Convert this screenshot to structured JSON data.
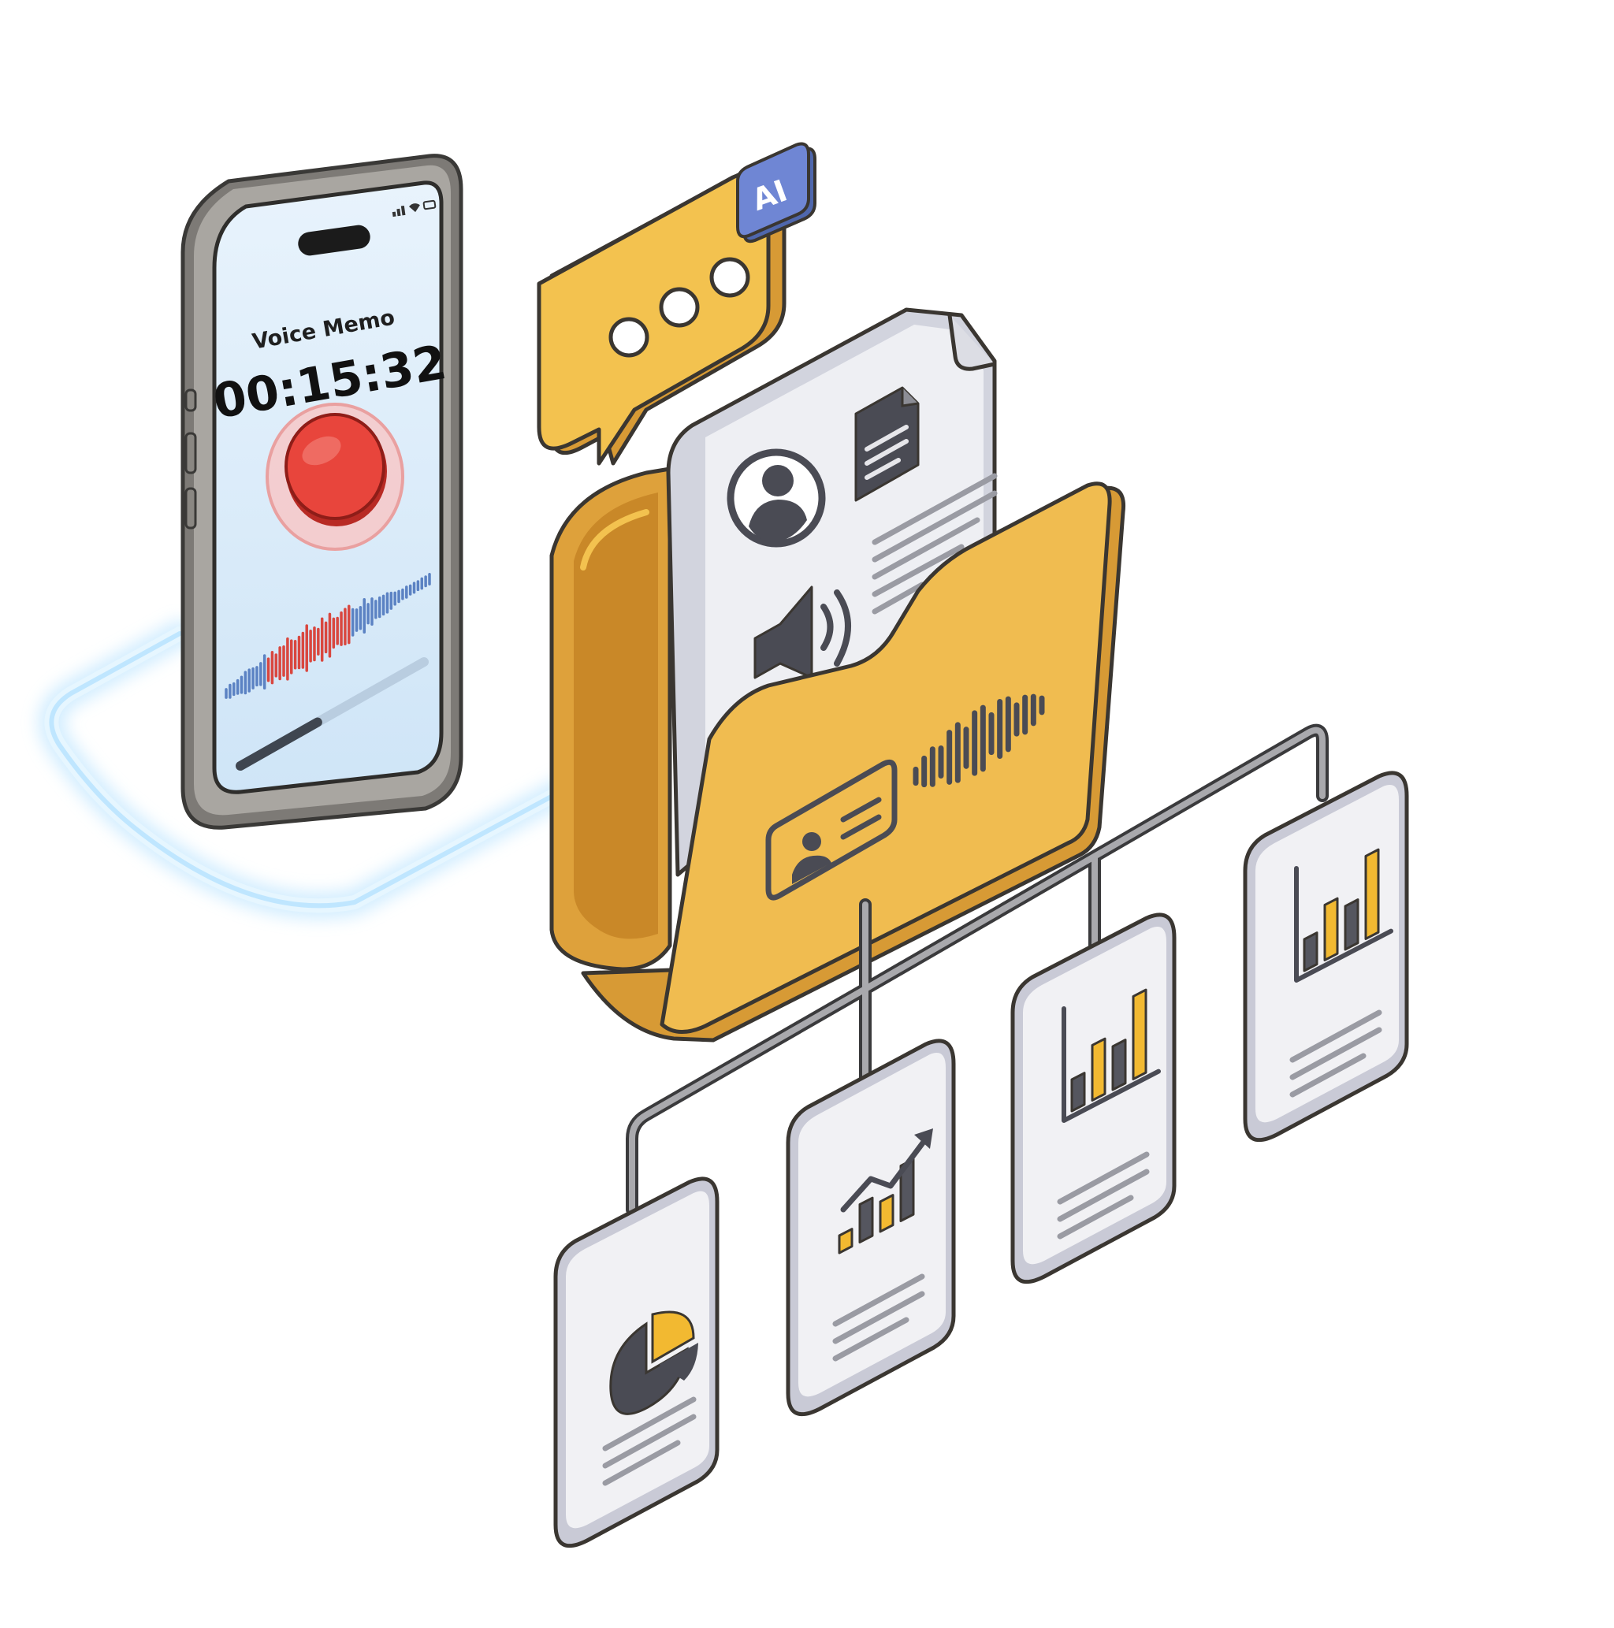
{
  "phone": {
    "title": "Voice Memo",
    "timer": "00:15:32",
    "progress": 0.42
  },
  "ai_badge": {
    "label": "AI"
  },
  "colors": {
    "record_red": "#e8453c",
    "folder_yellow": "#f0bc50",
    "folder_dark": "#d79a35",
    "bubble_yellow": "#f3c24f",
    "ai_blue": "#6f86d4",
    "bar_yellow": "#f2b931",
    "bar_dark": "#55565f",
    "glow_blue": "#b6e4ff",
    "wave_red": "#d9473f",
    "wave_blue": "#5b82c3"
  },
  "icons": {
    "bubble": "chat-bubble-icon",
    "folder_person": "person-icon",
    "folder_doc": "document-icon",
    "folder_speaker": "speaker-icon",
    "folder_id": "id-card-icon",
    "report_1": "pie-chart-icon",
    "report_2": "trend-chart-icon",
    "report_3": "bar-chart-icon",
    "report_4": "bar-chart-icon"
  }
}
